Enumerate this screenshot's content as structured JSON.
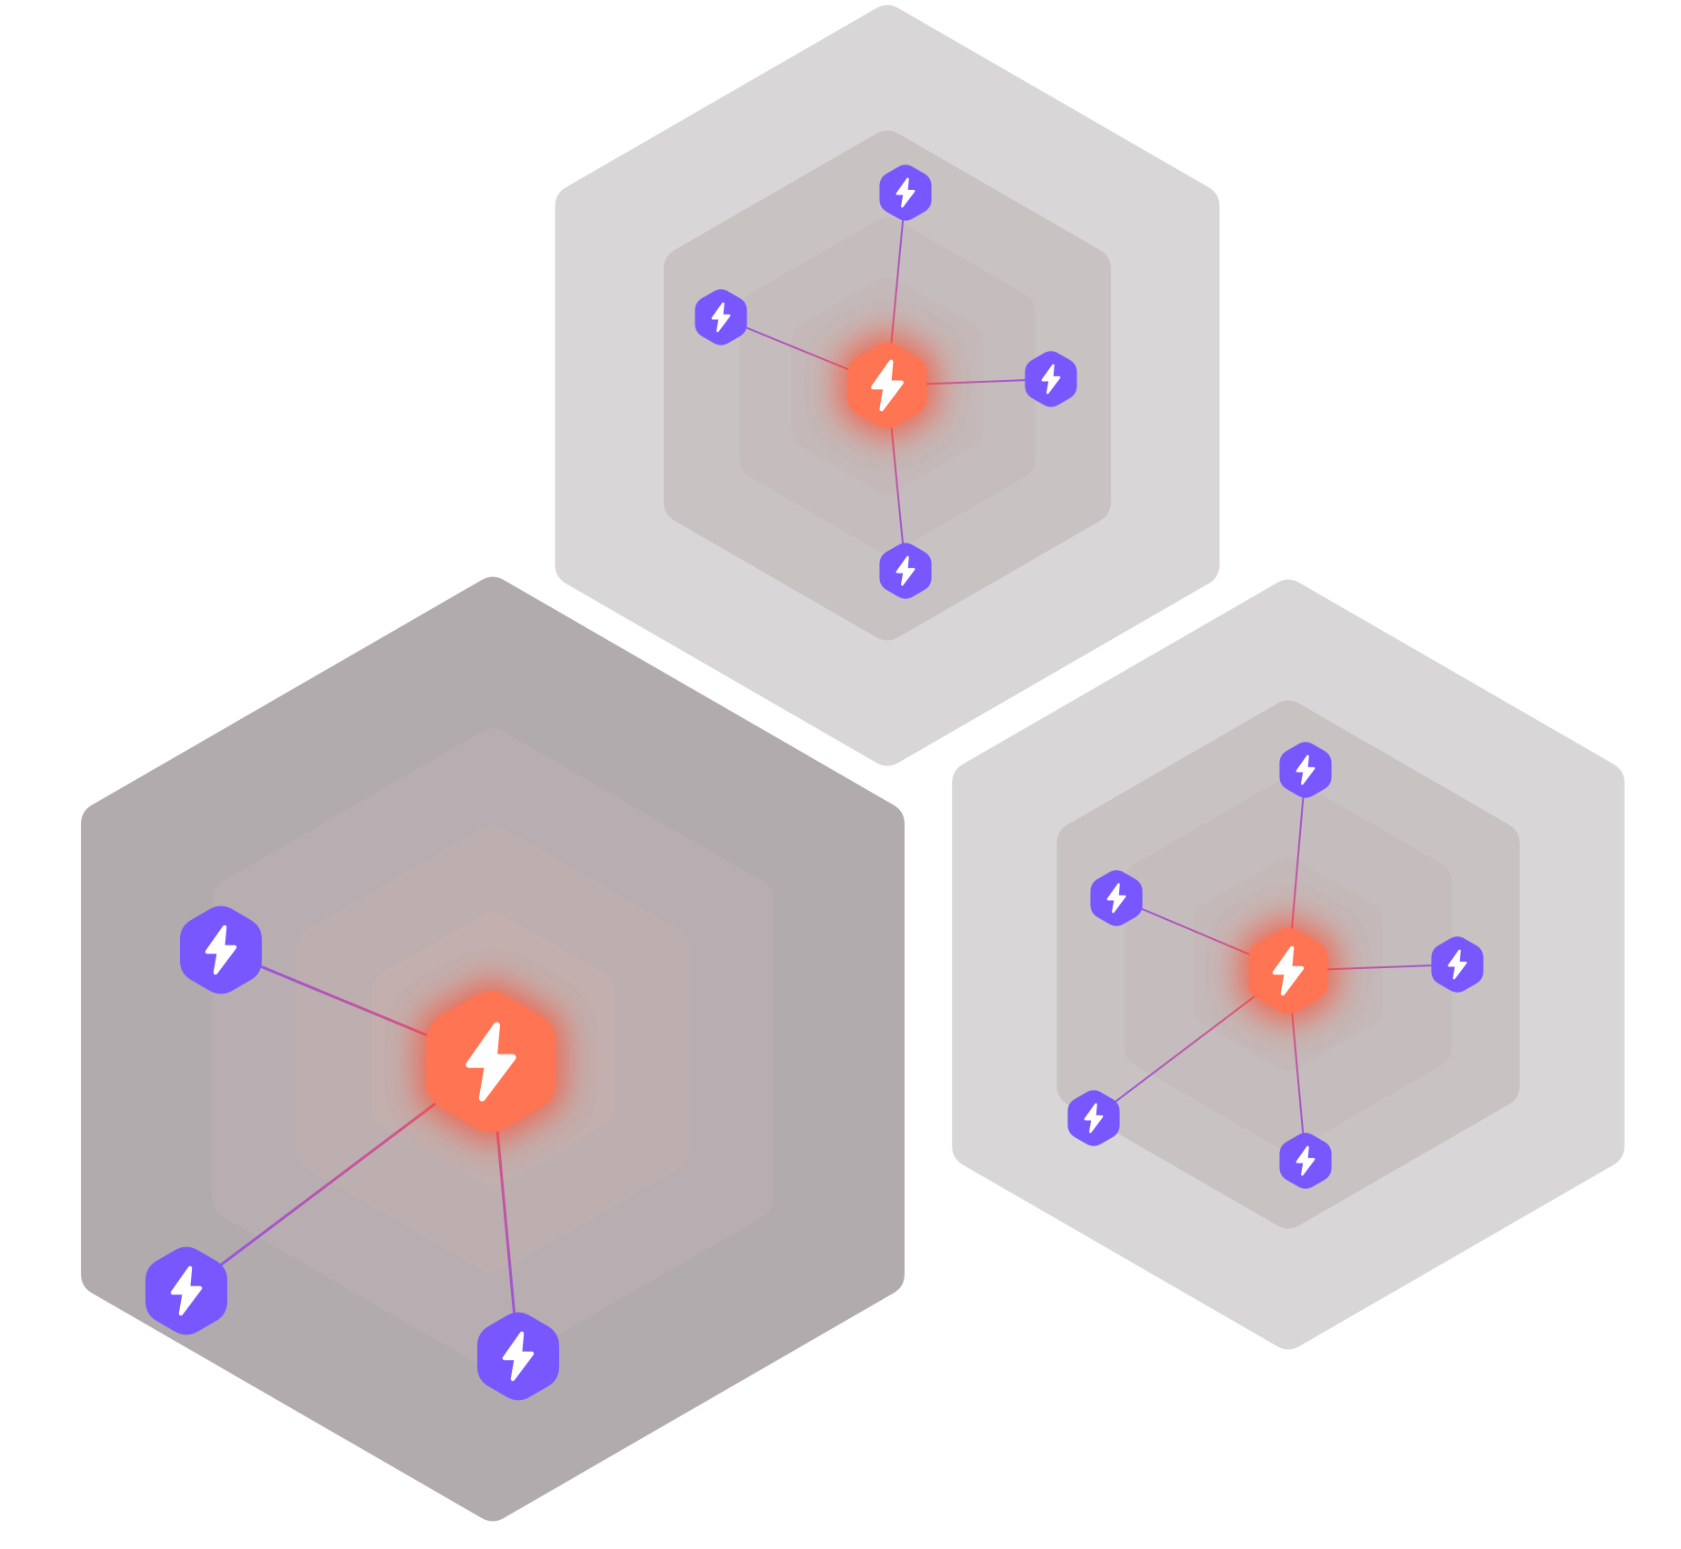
{
  "colors": {
    "background": "#ffffff",
    "hub": "#ff7452",
    "node": "#7857ff",
    "icon": "#ffffff",
    "line_hub_end": "#f2555c",
    "line_node_end": "#8a55f0",
    "glow": "#ff4a2a"
  },
  "icon_name": "lightning-bolt-icon",
  "clusters": [
    {
      "id": "cluster-top",
      "tone": "light",
      "hub": {
        "icon": "lightning-bolt-icon"
      },
      "satellites": [
        {
          "id": "top-north",
          "icon": "lightning-bolt-icon"
        },
        {
          "id": "top-west",
          "icon": "lightning-bolt-icon"
        },
        {
          "id": "top-east",
          "icon": "lightning-bolt-icon"
        },
        {
          "id": "top-south",
          "icon": "lightning-bolt-icon"
        }
      ]
    },
    {
      "id": "cluster-left",
      "tone": "dark",
      "hub": {
        "icon": "lightning-bolt-icon"
      },
      "satellites": [
        {
          "id": "left-northwest",
          "icon": "lightning-bolt-icon"
        },
        {
          "id": "left-southwest",
          "icon": "lightning-bolt-icon"
        },
        {
          "id": "left-south",
          "icon": "lightning-bolt-icon"
        }
      ]
    },
    {
      "id": "cluster-right",
      "tone": "light",
      "hub": {
        "icon": "lightning-bolt-icon"
      },
      "satellites": [
        {
          "id": "right-north",
          "icon": "lightning-bolt-icon"
        },
        {
          "id": "right-west",
          "icon": "lightning-bolt-icon"
        },
        {
          "id": "right-east",
          "icon": "lightning-bolt-icon"
        },
        {
          "id": "right-southwest",
          "icon": "lightning-bolt-icon"
        },
        {
          "id": "right-south",
          "icon": "lightning-bolt-icon"
        }
      ]
    }
  ]
}
